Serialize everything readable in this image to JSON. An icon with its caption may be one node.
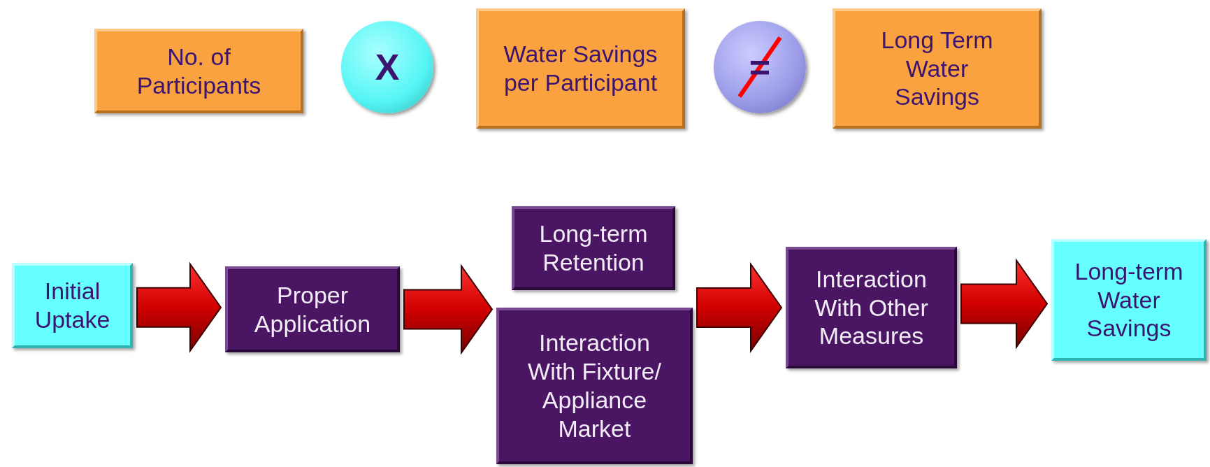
{
  "diagram": {
    "nodes": [
      {
        "text": [
          "No. of Participants"
        ]
      },
      {
        "text": [
          "X"
        ]
      },
      {
        "text": [
          "Water Savings per Participant"
        ]
      },
      {
        "text": [
          "="
        ]
      },
      {
        "text": [
          "Long Term Water Savings"
        ]
      },
      {
        "text": [
          "Initial Uptake"
        ]
      },
      {
        "text": [
          "Proper Application"
        ]
      },
      {
        "text": [
          "Long-term Retention"
        ]
      },
      {
        "text": [
          "Interaction With Fixture/ Appliance Market"
        ]
      },
      {
        "text": [
          "Interaction With Other Measures"
        ]
      },
      {
        "text": [
          "Long-term Water Savings"
        ]
      }
    ],
    "edges": [
      {
        "from": 5,
        "to": 6,
        "arrow": "to"
      },
      {
        "from": 6,
        "to": 7,
        "arrow": "to"
      },
      {
        "from": 6,
        "to": 8,
        "arrow": "to"
      },
      {
        "from": 7,
        "to": 9,
        "arrow": "to"
      },
      {
        "from": 8,
        "to": 9,
        "arrow": "to"
      },
      {
        "from": 9,
        "to": 10,
        "arrow": "to"
      }
    ]
  }
}
